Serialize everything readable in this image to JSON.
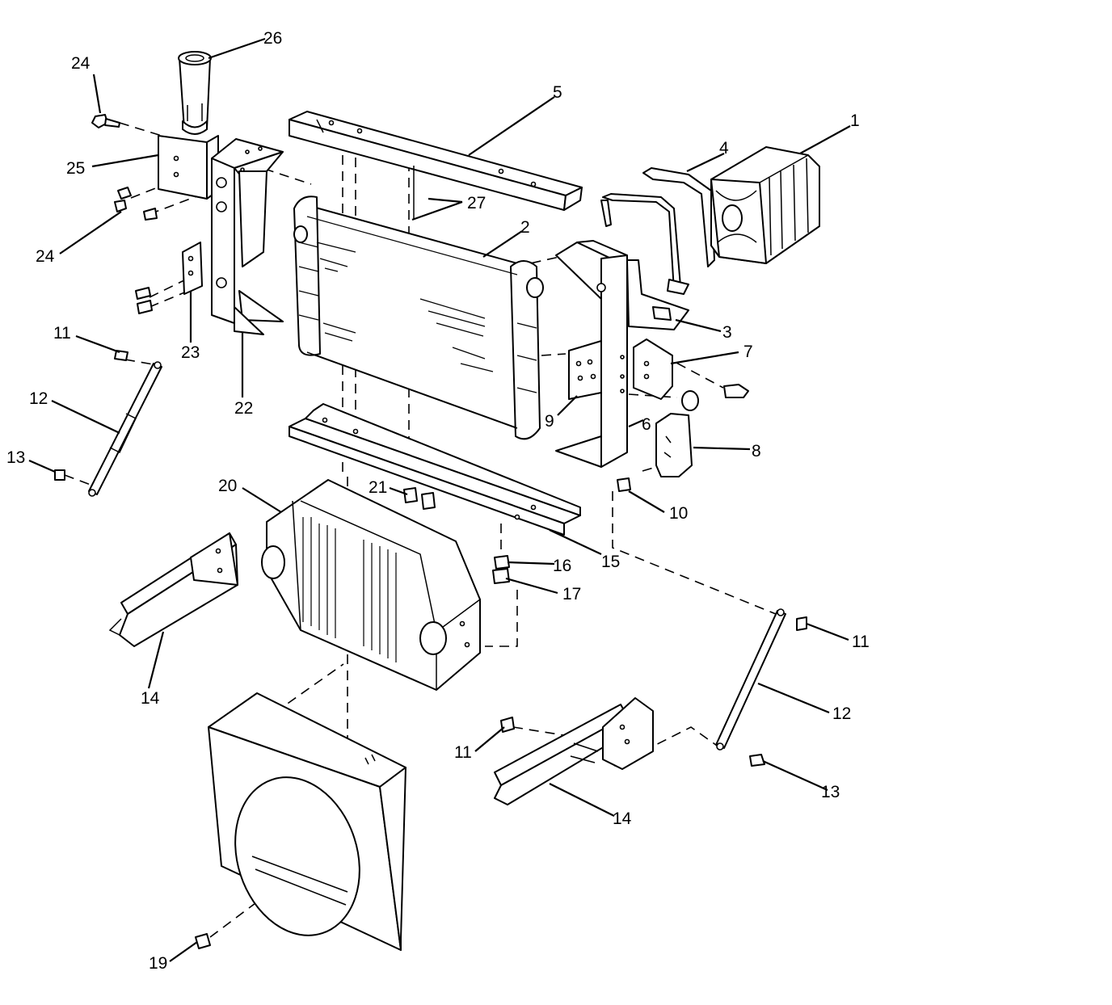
{
  "diagram": {
    "colors": {
      "line": "#000000",
      "background": "#ffffff"
    },
    "callouts": {
      "c1": "1",
      "c2": "2",
      "c3": "3",
      "c4": "4",
      "c5": "5",
      "c6": "6",
      "c7": "7",
      "c8": "8",
      "c9": "9",
      "c10": "10",
      "c11_left": "11",
      "c11_right": "11",
      "c11_bottom": "11",
      "c12_left": "12",
      "c12_right": "12",
      "c13_left": "13",
      "c13_right": "13",
      "c14_left": "14",
      "c14_right": "14",
      "c15": "15",
      "c16": "16",
      "c17": "17",
      "c19": "19",
      "c20": "20",
      "c21": "21",
      "c22": "22",
      "c23": "23",
      "c24_top": "24",
      "c24_bottom": "24",
      "c25": "25",
      "c26": "26",
      "c27": "27"
    }
  }
}
